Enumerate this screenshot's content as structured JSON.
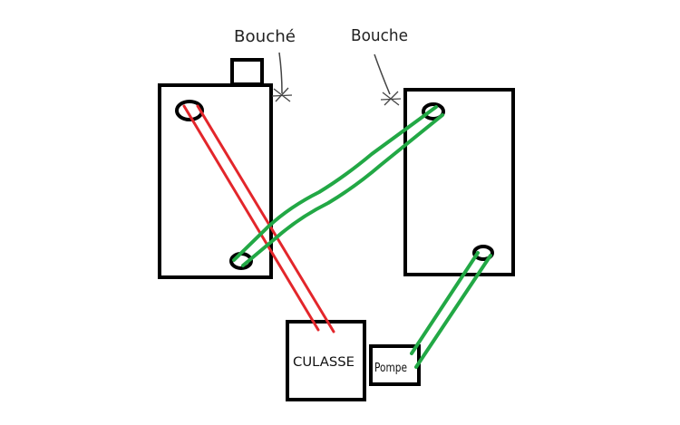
{
  "labels": {
    "bouche_left": "Bouché",
    "bouche_right": "Bouche",
    "culasse": "CULASSE",
    "pompe": "Pompe"
  },
  "colors": {
    "outline": "#000000",
    "hose_hot": "#e3262b",
    "hose_cool": "#22a845",
    "annotation": "#444444"
  }
}
